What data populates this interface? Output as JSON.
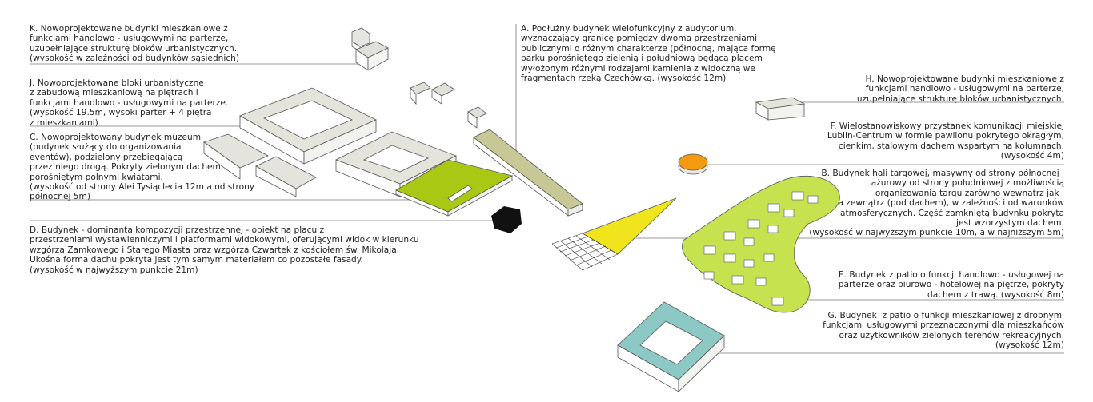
{
  "labels": {
    "K": "K. Nowoprojektowane budynki mieszkaniowe z\nfunkcjami handlowo - usługowymi na parterze,\nuzupełniające strukturę bloków urbanistycznych.\n(wysokość w zależności od budynków sąsiednich)",
    "J": "J. Nowoprojektowane bloki urbanistyczne\nz zabudową mieszkaniową na piętrach i\nfunkcjami handlowo - usługowymi na parterze.\n(wysokość 19.5m, wysoki parter + 4 piętra\nz mieszkaniami)",
    "C": "C. Nowoprojektowany budynek muzeum\n(budynek służący do organizowania\neventów), podzielony przebiegającą\nprzez niego drogą. Pokryty zielonym dachem,\nporośniętym polnymi kwiatami.\n(wysokość od strony Alei Tysiąclecia 12m a od strony\npółnocnej 5m)",
    "D": "D. Budynek - dominanta kompozycji przestrzennej - obiekt na placu z\nprzestrzeniami wystawienniczymi i platformami widokowymi, oferującymi widok w kierunku\nwzgórza Zamkowego i Starego Miasta oraz wzgórza Czwartek z kościołem św. Mikołaja.\nUkośna forma dachu pokryta jest tym samym materiałem co pozostałe fasady.\n(wysokość w najwyższym punkcie 21m)",
    "A": "A. Podłużny budynek wielofunkcyjny z audytorium,\nwyznaczający granicę pomiędzy dwoma przestrzeniami\npublicznymi o różnym charakterze (północną, mająca formę\nparku porośniętego zielenią i południową będącą placem\nwyłożonym różnymi rodzajami kamienia z widoczną we\nfragmentach rzeką Czechówką. (wysokość 12m)",
    "H": "H. Nowoprojektowane budynki mieszkaniowe z\nfunkcjami handlowo - usługowymi na parterze,\nuzupełniające strukturę bloków urbanistycznych.",
    "F": "F. Wielostanowiskowy przystanek komunikacji miejskiej\nLublin-Centrum w formie pawilonu pokrytego okrągłym,\ncienkim, stalowym dachem wspartym na kolumnach.\n(wysokość 4m)",
    "B": "B. Budynek hali targowej, masywny od strony północnej i\nażurowy od strony południowej z możliwością\norganizowania targu zarówno wewnątrz jak i\nna zewnątrz (pod dachem), w zależności od warunków\natmosferycznych. Część zamkniętą budynku pokryta\njest wzorzystym dachem.\n(wysokość w najwyższym punkcie 10m, a w najniższym 5m)",
    "E": "E. Budynek z patio o funkcji handlowo - usługowej na\nparterze oraz biurowo - hotelowej na piętrze, pokryty\ndachem z trawą. (wysokość 8m)",
    "G": "G. Budynek  z patio o funkcji mieszkaniowej z drobnymi\nfunkcjami usługowymi przeznaczonymi dla mieszkańców\noraz użytkowników zielonych terenów rekreacyjnych.\n(wysokość 12m)"
  },
  "colors": {
    "green_roof": "#a8c814",
    "light_green_roof": "#c6e24e",
    "yellow_roof": "#f0e41c",
    "orange_roof": "#f39a10",
    "teal_roof": "#8cc8c4",
    "olive_roof": "#c8c896",
    "grey_roof": "#e0e0d8",
    "black": "#111111"
  }
}
